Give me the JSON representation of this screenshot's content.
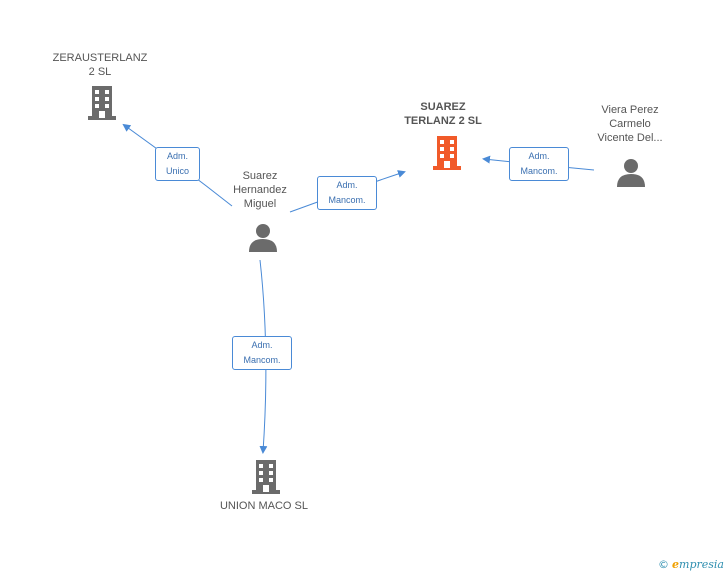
{
  "nodes": {
    "zerausterlanz": {
      "line1": "ZERAUSTERLANZ",
      "line2": "2 SL"
    },
    "suarez_terlanz": {
      "line1": "SUAREZ",
      "line2": "TERLANZ 2 SL"
    },
    "viera": {
      "line1": "Viera Perez",
      "line2": "Carmelo",
      "line3": "Vicente Del..."
    },
    "suarez_hernandez": {
      "line1": "Suarez",
      "line2": "Hernandez",
      "line3": "Miguel"
    },
    "union_maco": {
      "line1": "UNION MACO SL"
    }
  },
  "edges": {
    "e1": {
      "line1": "Adm.",
      "line2": "Unico"
    },
    "e2": {
      "line1": "Adm.",
      "line2": "Mancom."
    },
    "e3": {
      "line1": "Adm.",
      "line2": "Mancom."
    },
    "e4": {
      "line1": "Adm.",
      "line2": "Mancom."
    }
  },
  "colors": {
    "company": "#6b6b6b",
    "main_company": "#f15a29",
    "person": "#6b6b6b",
    "edge": "#4a8ad6"
  },
  "footer": {
    "copyright": "©",
    "brand_e": "e",
    "brand_rest": "mpresia"
  }
}
